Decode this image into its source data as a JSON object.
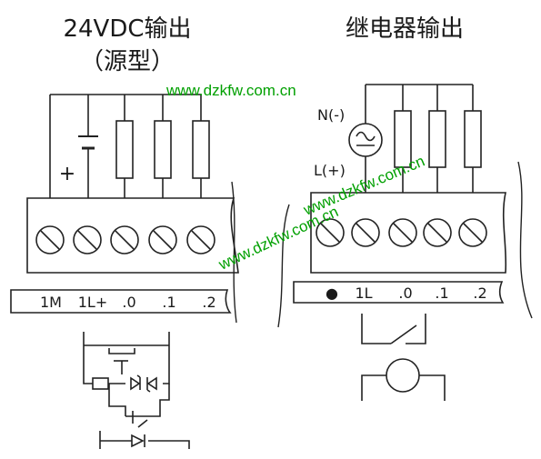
{
  "left": {
    "title": "24VDC输出",
    "subtitle": "（源型）",
    "terminals": [
      "1M",
      "1L+",
      ".0",
      ".1",
      ".2"
    ],
    "plus_label": "+"
  },
  "right": {
    "title": "继电器输出",
    "n_label": "N(-)",
    "l_label": "L(+)",
    "bullet": "●",
    "terminals": [
      "1L",
      ".0",
      ".1",
      ".2"
    ]
  },
  "watermarks": [
    "www.dzkfw.com.cn",
    "www.dzkfw.com.cn",
    "www.dzkfw.com.cn"
  ]
}
